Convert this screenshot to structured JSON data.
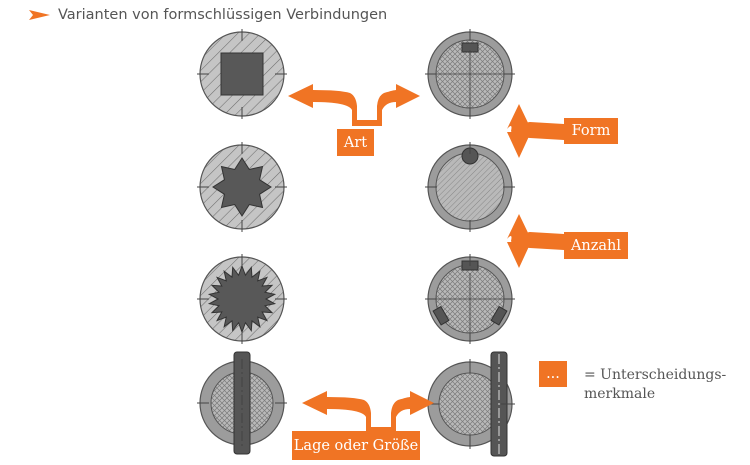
{
  "header": {
    "title": "Varianten von formschlüssigen Verbindungen"
  },
  "labels": {
    "art": "Art",
    "form": "Form",
    "anzahl": "Anzahl",
    "lage": "Lage oder Größe"
  },
  "legend": {
    "swatch": "...",
    "line1": "= Unterscheidungs-",
    "line2": "merkmale"
  },
  "colors": {
    "accent": "#f07424",
    "hub": "#c4c4c4",
    "shaft": "#b6b6b6",
    "dark": "#555555"
  }
}
